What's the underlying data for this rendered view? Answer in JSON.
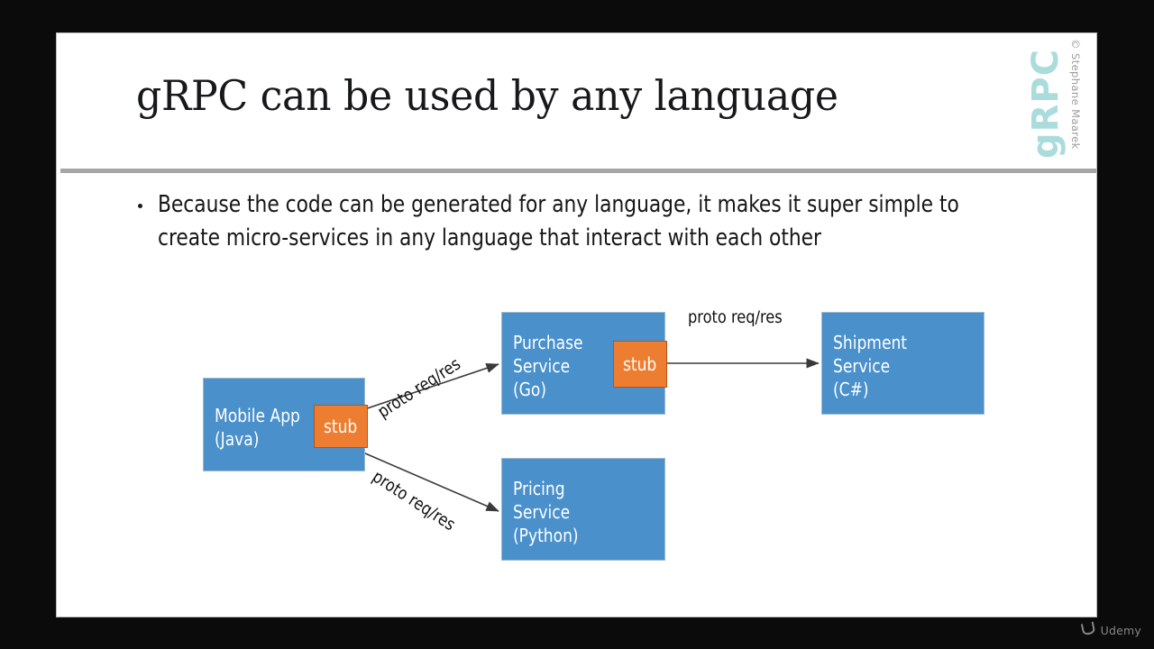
{
  "slide": {
    "title": "gRPC can be used by any language",
    "brand": {
      "logo_text": "gRPC",
      "logo_color": "#abdcdc",
      "copyright": "© Stephane Maarek"
    },
    "divider_color": "#a6a6a6",
    "background_color": "#ffffff",
    "letterbox_color": "#0b0b0b"
  },
  "bullets": [
    "Because the code can be generated for any language, it makes it super simple to create micro-services in any language that interact with each other"
  ],
  "diagram": {
    "node_color": "#4a90cb",
    "stub_color": "#ed7d31",
    "edge_color": "#3a3a3a",
    "nodes": [
      {
        "id": "mobile-app",
        "label": "Mobile App\n(Java)",
        "stub": "stub",
        "has_stub": true
      },
      {
        "id": "purchase-service",
        "label": "Purchase\nService\n(Go)",
        "stub": "stub",
        "has_stub": true
      },
      {
        "id": "shipment-service",
        "label": "Shipment\nService\n(C#)",
        "stub": "",
        "has_stub": false
      },
      {
        "id": "pricing-service",
        "label": "Pricing\nService\n(Python)",
        "stub": "",
        "has_stub": false
      }
    ],
    "edges": [
      {
        "id": "mobile-to-purchase",
        "label": "proto req/res"
      },
      {
        "id": "mobile-to-pricing",
        "label": "proto req/res"
      },
      {
        "id": "purchase-to-shipment",
        "label": "proto req/res"
      }
    ]
  },
  "watermark": {
    "mark": "Ʉ",
    "name": "Udemy"
  }
}
